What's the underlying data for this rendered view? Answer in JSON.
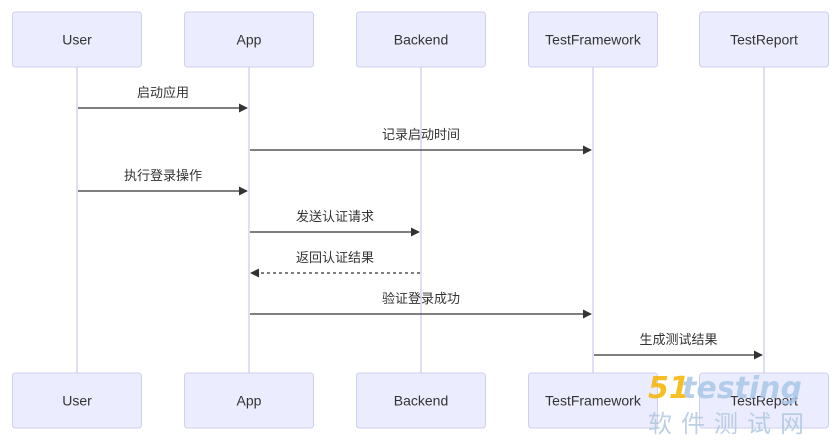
{
  "diagram": {
    "actors": [
      {
        "id": "user",
        "label": "User"
      },
      {
        "id": "app",
        "label": "App"
      },
      {
        "id": "backend",
        "label": "Backend"
      },
      {
        "id": "framework",
        "label": "TestFramework"
      },
      {
        "id": "report",
        "label": "TestReport"
      }
    ],
    "messages": [
      {
        "from": "user",
        "to": "app",
        "label": "启动应用",
        "style": "solid"
      },
      {
        "from": "app",
        "to": "framework",
        "label": "记录启动时间",
        "style": "solid"
      },
      {
        "from": "user",
        "to": "app",
        "label": "执行登录操作",
        "style": "solid"
      },
      {
        "from": "app",
        "to": "backend",
        "label": "发送认证请求",
        "style": "solid"
      },
      {
        "from": "backend",
        "to": "app",
        "label": "返回认证结果",
        "style": "dashed"
      },
      {
        "from": "app",
        "to": "framework",
        "label": "验证登录成功",
        "style": "solid"
      },
      {
        "from": "framework",
        "to": "report",
        "label": "生成测试结果",
        "style": "solid"
      }
    ],
    "colors": {
      "actor_fill": "#ececff",
      "actor_border": "#cfcfee",
      "lifeline": "#d6d6f2",
      "arrow": "#333333",
      "text": "#333333"
    }
  },
  "watermark": {
    "brand_digits": "51",
    "brand_word": "testing",
    "brand_cn": "软件测试网",
    "colors": {
      "digits": "#f5b400",
      "word": "#a9c7e8",
      "cn": "#b0c8e0"
    }
  }
}
